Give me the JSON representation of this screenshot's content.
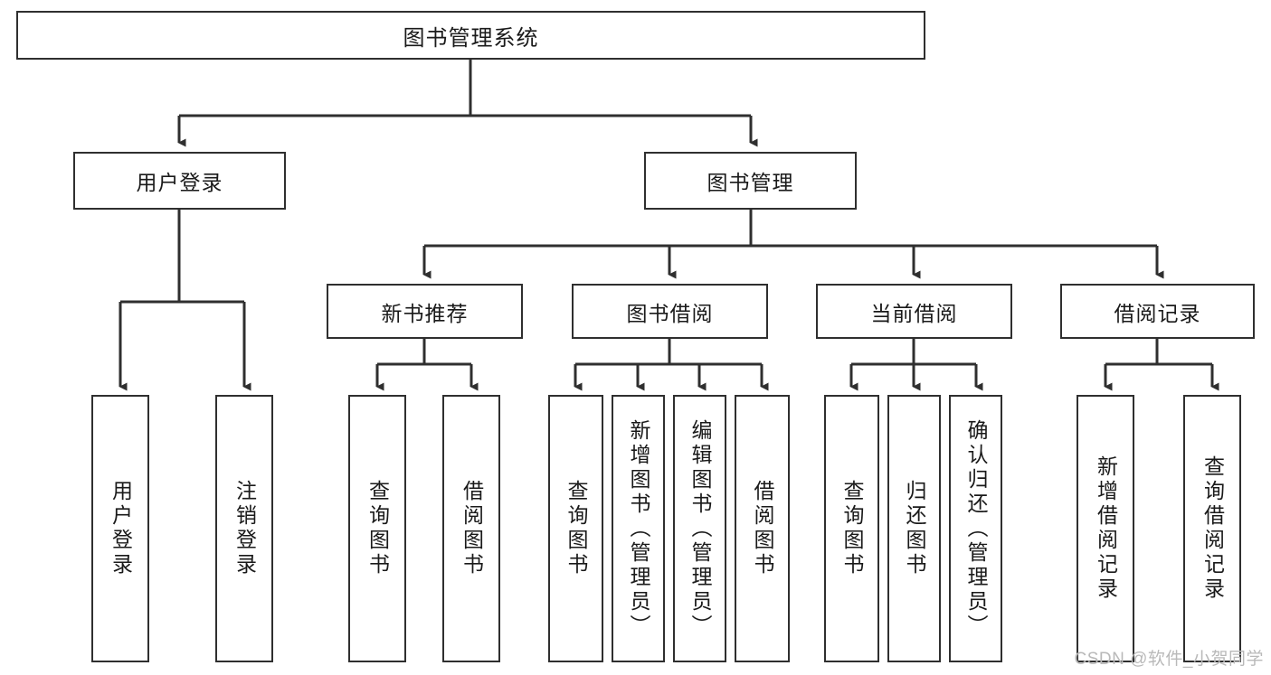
{
  "diagram": {
    "title": "图书管理系统",
    "type": "tree-hierarchy-diagram",
    "root": {
      "label": "图书管理系统"
    },
    "level2": [
      {
        "label": "用户登录"
      },
      {
        "label": "图书管理"
      }
    ],
    "level3": [
      {
        "label": "新书推荐"
      },
      {
        "label": "图书借阅"
      },
      {
        "label": "当前借阅"
      },
      {
        "label": "借阅记录"
      }
    ],
    "leaves_user_login": [
      {
        "label": "用户登录"
      },
      {
        "label": "注销登录"
      }
    ],
    "leaves_new_book": [
      {
        "label": "查询图书"
      },
      {
        "label": "借阅图书"
      }
    ],
    "leaves_borrow": [
      {
        "label": "查询图书"
      },
      {
        "label": "新增图书（管理员）"
      },
      {
        "label": "编辑图书（管理员）"
      },
      {
        "label": "借阅图书"
      }
    ],
    "leaves_current": [
      {
        "label": "查询图书"
      },
      {
        "label": "归还图书"
      },
      {
        "label": "确认归还（管理员）"
      }
    ],
    "leaves_records": [
      {
        "label": "新增借阅记录"
      },
      {
        "label": "查询借阅记录"
      }
    ]
  },
  "watermark": {
    "text": "CSDN @软件_小贺同学"
  },
  "colors": {
    "stroke": "#2f2f2f",
    "text": "#1a1a1a",
    "background": "#ffffff",
    "watermark": "#b9b9b9"
  }
}
